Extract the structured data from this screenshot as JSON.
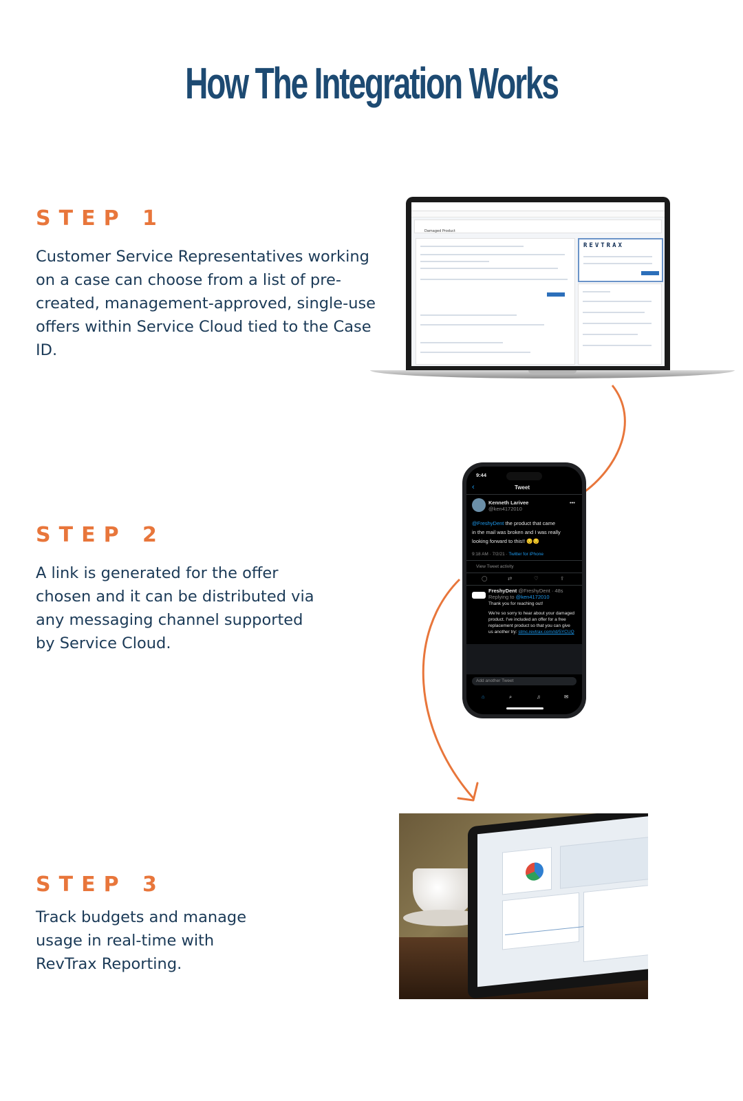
{
  "title": "How The Integration Works",
  "steps": [
    {
      "label": "STEP 1",
      "text": "Customer Service Representatives working on a case can choose from a list of pre-created, management-approved, single-use offers within Service Cloud tied to the Case ID."
    },
    {
      "label": "STEP 2",
      "text": "A link is generated for the offer chosen and it can be distributed via any messaging channel supported by Service Cloud."
    },
    {
      "label": "STEP 3",
      "text": "Track budgets and manage usage in real-time with RevTrax Reporting."
    }
  ],
  "laptop": {
    "brand_logo": "REVTRAX",
    "case_title": "Damaged Product"
  },
  "phone": {
    "time": "9:44",
    "header": "Tweet",
    "user_name": "Kenneth Larivee",
    "user_handle": "@ken4172010",
    "mention": "@FreshyDent",
    "tweet_lines": [
      "the product that came",
      "in the mail was broken and I was really",
      "looking forward to this!! 😔😔"
    ],
    "meta": "9:18 AM · 7/2/21 · ",
    "meta_link": "Twitter for iPhone",
    "activity": "View Tweet activity",
    "reply_name": "FreshyDent",
    "reply_handle": "@FreshyDent · 48s",
    "replying_to": "Replying to ",
    "replying_to_link": "@ken4172010",
    "reply_line1": "Thank you for reaching out!",
    "reply_lines": [
      "We're so sorry to hear about your damaged",
      "product. I've included an offer for a free",
      "replacement product so that you can give"
    ],
    "reply_last": "us another try: ",
    "reply_link": "stmc.revtrax.com/rd/5YCUQ",
    "add_tweet": "Add another Tweet"
  },
  "colors": {
    "accent": "#e8763b",
    "heading": "#1d4a72",
    "body_text": "#1b3a57"
  }
}
